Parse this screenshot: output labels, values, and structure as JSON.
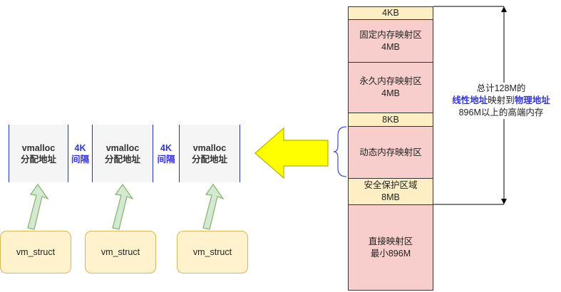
{
  "memory_layout": [
    {
      "label": "4KB"
    },
    {
      "label": "固定内存映射区\n4MB"
    },
    {
      "label": "永久内存映射区\n4MB"
    },
    {
      "label": "8KB"
    },
    {
      "label": "动态内存映射区"
    },
    {
      "label": "安全保护区域\n8MB"
    },
    {
      "label": "直接映射区\n最小896M"
    }
  ],
  "vmalloc_row": [
    {
      "label": "vmalloc\n分配地址"
    },
    {
      "label": "4K\n间隔"
    },
    {
      "label": "vmalloc\n分配地址"
    },
    {
      "label": "4K\n间隔"
    },
    {
      "label": "vmalloc\n分配地址"
    }
  ],
  "vm_structs": [
    {
      "label": "vm_struct"
    },
    {
      "label": "vm_struct"
    },
    {
      "label": "vm_struct"
    }
  ],
  "note": {
    "line1": "总计128M的",
    "line2_a": "线性地址",
    "line2_b": "映射到",
    "line2_c": "物理地址",
    "line3": "896M以上的高端内存"
  },
  "colors": {
    "tan": "#fdefc3",
    "pink": "#f8cecc",
    "highlight": "#3333dd",
    "arrow_yellow": "#ffff00",
    "arrow_green": "#d5e8d4"
  }
}
